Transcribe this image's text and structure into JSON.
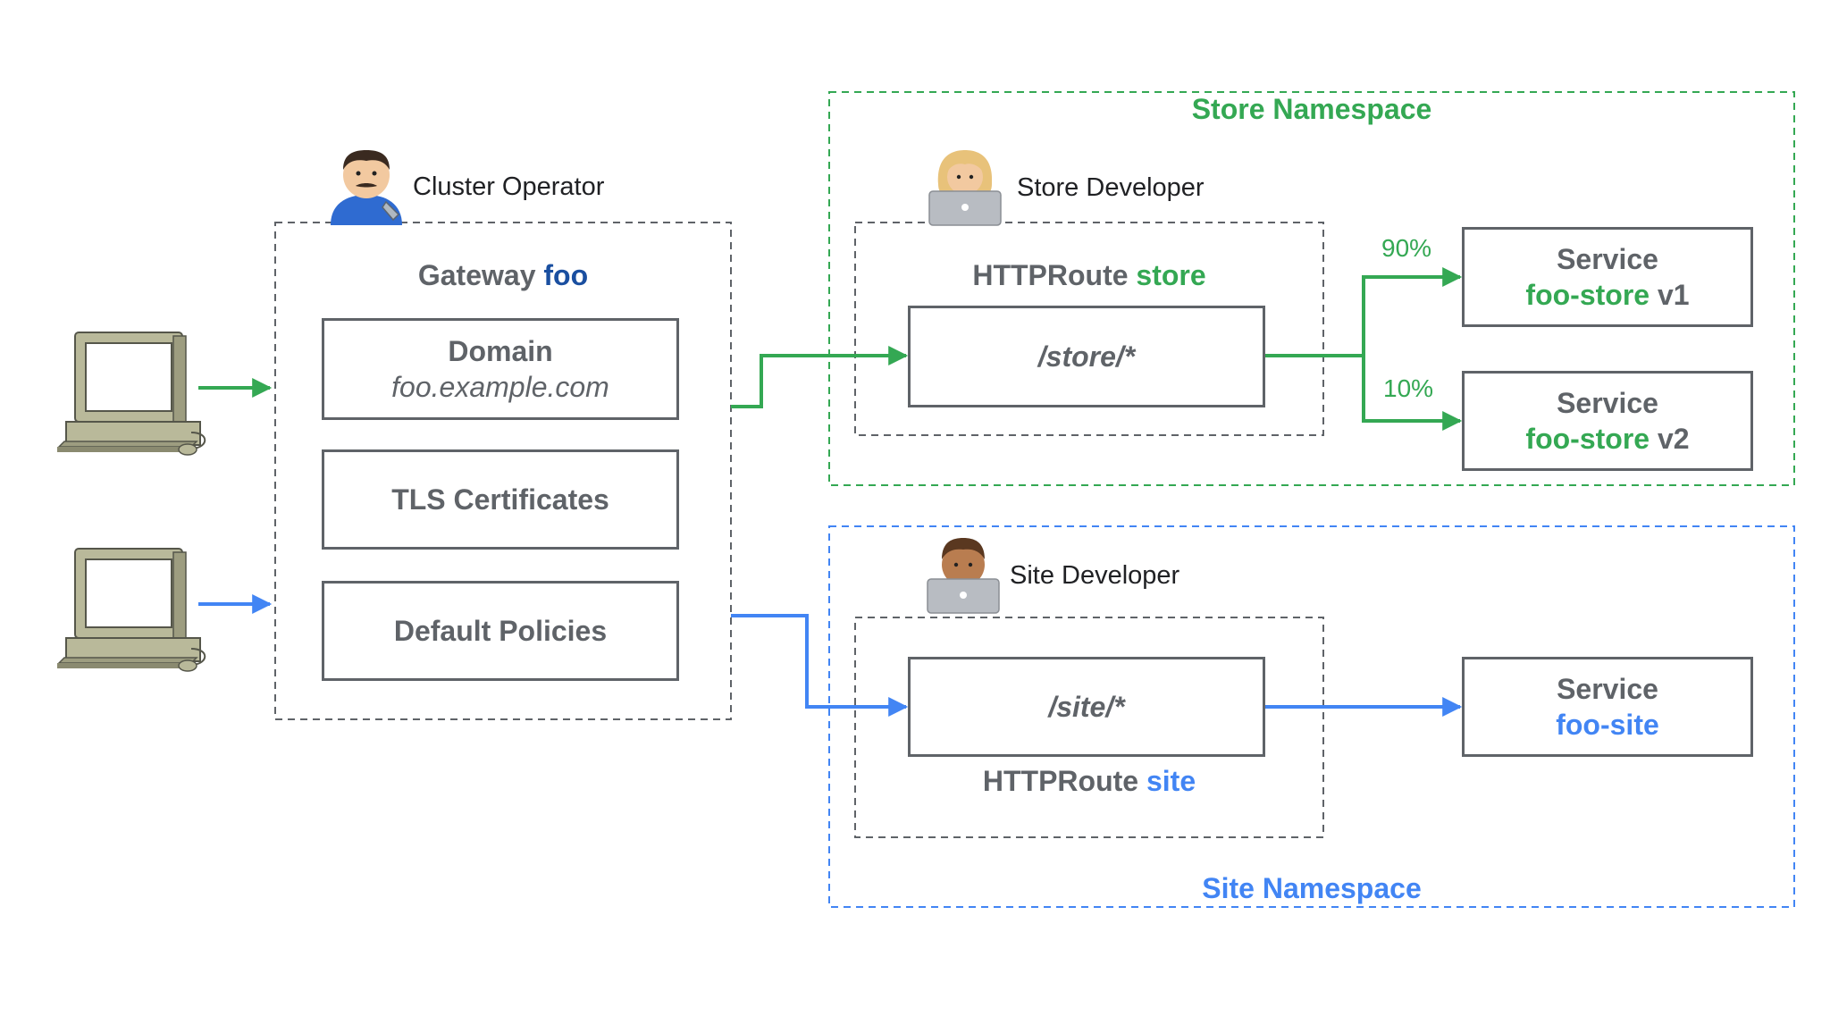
{
  "colors": {
    "green": "#34a853",
    "blue": "#4285f4",
    "gateway_name": "#1a4fa0",
    "box_border": "#5f6368",
    "dashed_border": "#5f6368"
  },
  "cluster_operator": {
    "role": "Cluster Operator",
    "icon": "man-mechanic-icon"
  },
  "gateway": {
    "prefix": "Gateway",
    "name": "foo",
    "domain_title": "Domain",
    "domain_value": "foo.example.com",
    "tls_label": "TLS Certificates",
    "policies_label": "Default Policies"
  },
  "clients": [
    {
      "icon": "desktop-computer-icon",
      "arrow_color": "green"
    },
    {
      "icon": "desktop-computer-icon",
      "arrow_color": "blue"
    }
  ],
  "store_namespace": {
    "title": "Store Namespace",
    "developer_role": "Store Developer",
    "developer_icon": "woman-technologist-icon",
    "route_prefix": "HTTPRoute",
    "route_name": "store",
    "path": "/store/*",
    "split": [
      {
        "weight": "90%",
        "service_label": "Service",
        "service_name": "foo-store",
        "version": "v1"
      },
      {
        "weight": "10%",
        "service_label": "Service",
        "service_name": "foo-store",
        "version": "v2"
      }
    ]
  },
  "site_namespace": {
    "title": "Site Namespace",
    "developer_role": "Site Developer",
    "developer_icon": "man-technologist-icon",
    "route_prefix": "HTTPRoute",
    "route_name": "site",
    "path": "/site/*",
    "service_label": "Service",
    "service_name": "foo-site"
  }
}
